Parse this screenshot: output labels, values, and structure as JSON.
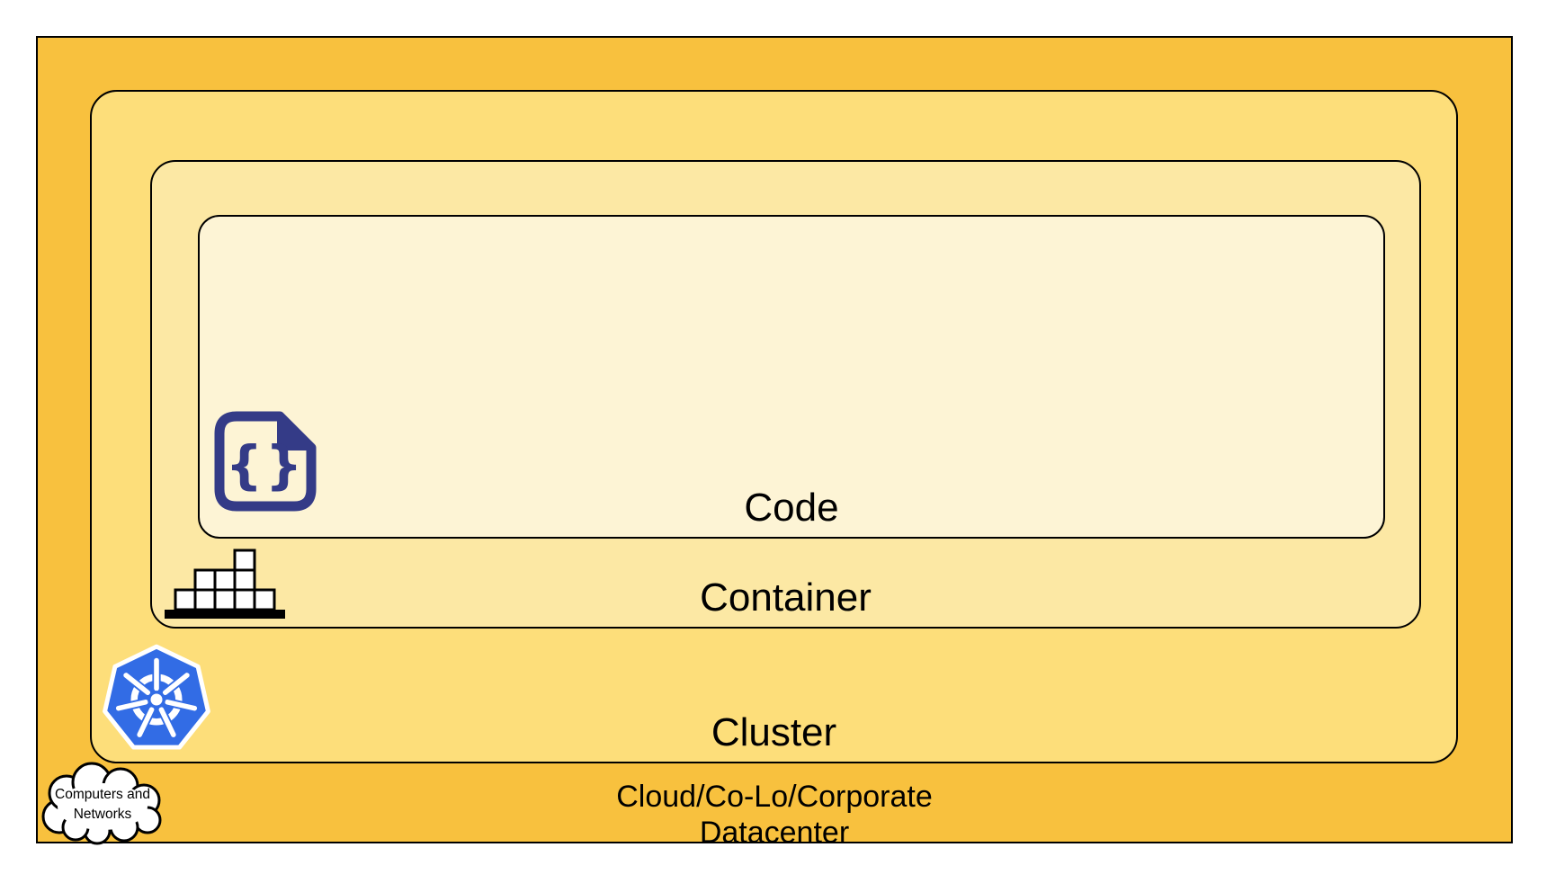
{
  "diagram": {
    "type": "nested-layers",
    "layers": {
      "code": {
        "label": "Code"
      },
      "container": {
        "label": "Container"
      },
      "cluster": {
        "label": "Cluster"
      },
      "datacenter": {
        "label_line1": "Cloud/Co-Lo/Corporate",
        "label_line2": "Datacenter"
      }
    },
    "cloud": {
      "label_line1": "Computers and",
      "label_line2": "Networks"
    },
    "icons": {
      "code": "code-file-icon",
      "container": "container-blocks-icon",
      "cluster": "kubernetes-icon",
      "datacenter": "cloud-icon"
    },
    "code_icon_glyph": "{}",
    "colors": {
      "datacenter_fill": "#F8C13E",
      "cluster_fill": "#FDDE7A",
      "container_fill": "#FCE8A4",
      "code_fill": "#FDF4D5",
      "border": "#000000",
      "text": "#000000",
      "code_icon_navy": "#343B87",
      "kubernetes_blue": "#326CE5",
      "icon_white": "#FFFFFF"
    }
  }
}
